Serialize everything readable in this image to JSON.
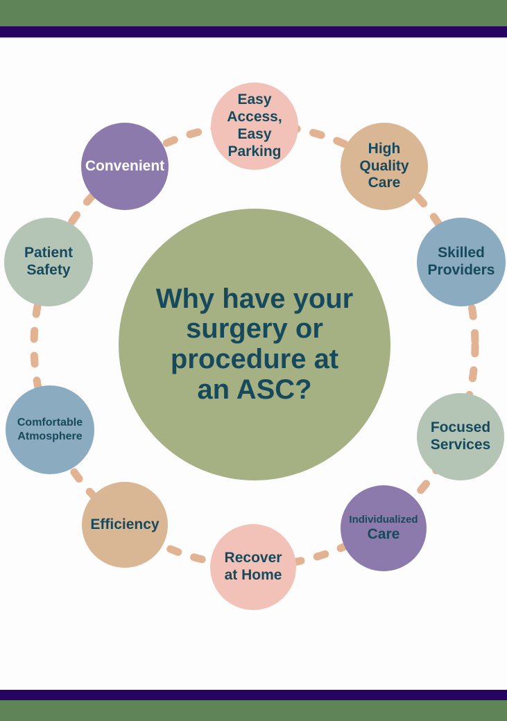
{
  "page": {
    "background_color": "#fdfdfd",
    "top_green_bar_color": "#5f8458",
    "top_purple_bar_color": "#270461",
    "bottom_purple_bar_color": "#270461",
    "bottom_green_bar_color": "#5f8458"
  },
  "connector_ring": {
    "style": "dashed",
    "color": "#e2b392"
  },
  "center": {
    "text": "Why have your\nsurgery or\nprocedure at\nan ASC?",
    "bg_color": "#a5b183",
    "text_color": "#17495c"
  },
  "circles": [
    {
      "name": "easy-access-easy-parking",
      "label": "Easy\nAccess,\nEasy\nParking",
      "bg_color": "#f2c2b9",
      "text_color": "#17495c"
    },
    {
      "name": "high-quality-care",
      "label": "High\nQuality\nCare",
      "bg_color": "#d9b795",
      "text_color": "#17495c"
    },
    {
      "name": "skilled-providers",
      "label": "Skilled\nProviders",
      "bg_color": "#8aabc0",
      "text_color": "#17495c"
    },
    {
      "name": "focused-services",
      "label": "Focused\nServices",
      "bg_color": "#b4c5b6",
      "text_color": "#17495c"
    },
    {
      "name": "individualized-care",
      "label_top": "Individualized",
      "label_bottom": "Care",
      "bg_color": "#8d7aac",
      "text_color": "#17495c"
    },
    {
      "name": "recover-at-home",
      "label": "Recover\nat Home",
      "bg_color": "#f2c2b9",
      "text_color": "#17495c"
    },
    {
      "name": "efficiency",
      "label": "Efficiency",
      "bg_color": "#d9b795",
      "text_color": "#17495c"
    },
    {
      "name": "comfortable-atmosphere",
      "label": "Comfortable\nAtmosphere",
      "bg_color": "#8aabc0",
      "text_color": "#17495c"
    },
    {
      "name": "patient-safety",
      "label": "Patient\nSafety",
      "bg_color": "#b4c5b6",
      "text_color": "#17495c"
    },
    {
      "name": "convenient",
      "label": "Convenient",
      "bg_color": "#8d7aac",
      "text_color": "#ffffff"
    }
  ]
}
